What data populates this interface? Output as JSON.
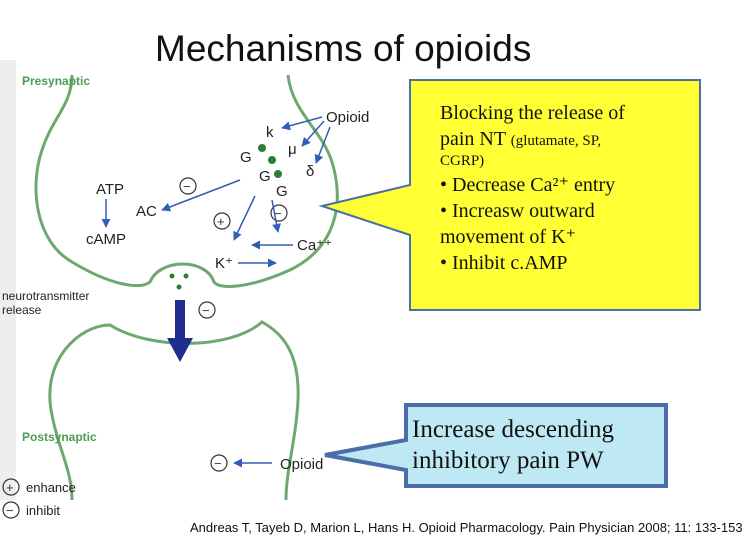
{
  "title": "Mechanisms of opioids",
  "diagram": {
    "presynaptic_label": "Presynaptic",
    "postsynaptic_label": "Postsynaptic",
    "opioid_pre": "Opioid",
    "opioid_post": "Opioid",
    "kappa": "k",
    "mu": "μ",
    "delta": "δ",
    "g1": "G",
    "g2": "G",
    "g3": "G",
    "atp": "ATP",
    "ac": "AC",
    "camp": "cAMP",
    "ca": "Ca⁺⁺",
    "k_plus": "K⁺",
    "minus_sign": "−",
    "plus_sign": "+",
    "nt_release_line1": "neurotransmitter",
    "nt_release_line2": "release",
    "legend_enhance": "enhance",
    "legend_inhibit": "inhibit"
  },
  "callout_yellow": {
    "line1": "Blocking  the release of",
    "line2_main": "pain NT ",
    "line2_small": "(glutamate, SP,",
    "line3_small": "CGRP)",
    "bullet1": "• Decrease Ca²⁺ entry",
    "bullet2": "• Increasw outward",
    "bullet3": "movement of K⁺",
    "bullet4": "• Inhibit c.AMP"
  },
  "callout_blue": {
    "line1": "Increase descending",
    "line2": "inhibitory pain PW"
  },
  "reference": "Andreas T, Tayeb D, Marion L, Hans H. Opioid Pharmacology. Pain Physician 2008; 11: 133-153",
  "colors": {
    "membrane_green": "#6fa86f",
    "label_green": "#4e9a56",
    "arrow_blue": "#2f5fb4",
    "nt_arrow": "#1f2e8c",
    "yellow": "#ffff33",
    "callout_border": "#4a6ea8",
    "blue_fill": "#bfe8f5"
  }
}
